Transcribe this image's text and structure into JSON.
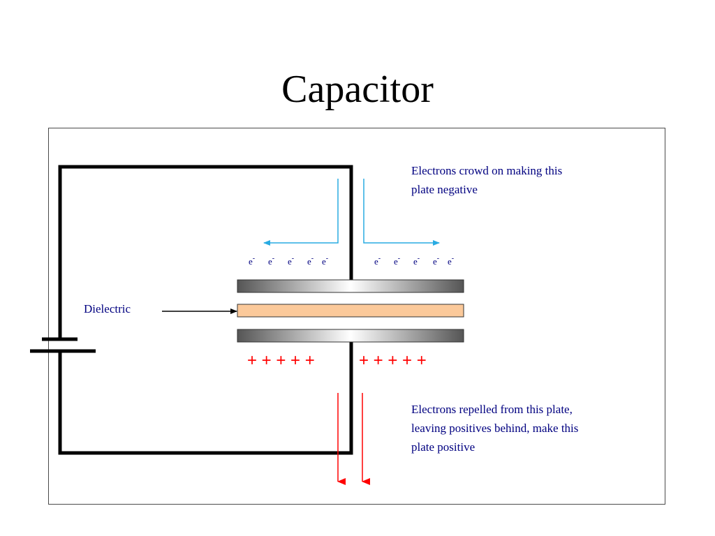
{
  "title": "Capacitor",
  "labels": {
    "top_note": [
      "Electrons crowd on making this",
      "plate negative"
    ],
    "bottom_note": [
      "Electrons repelled from this plate,",
      "leaving positives behind, make this",
      "plate positive"
    ],
    "dielectric": "Dielectric",
    "electron_symbol": "e",
    "electron_charge": "-",
    "positive_symbol": "+ + + + +"
  },
  "colors": {
    "wire": "#000000",
    "electron_flow_arrow": "#29abe2",
    "positive_flow_arrow": "#ff0000",
    "dielectric_fill": "#fbc99a",
    "plate_dark": "#555555",
    "plate_light": "#ffffff",
    "text": "#000080",
    "plus": "#ff0000"
  }
}
